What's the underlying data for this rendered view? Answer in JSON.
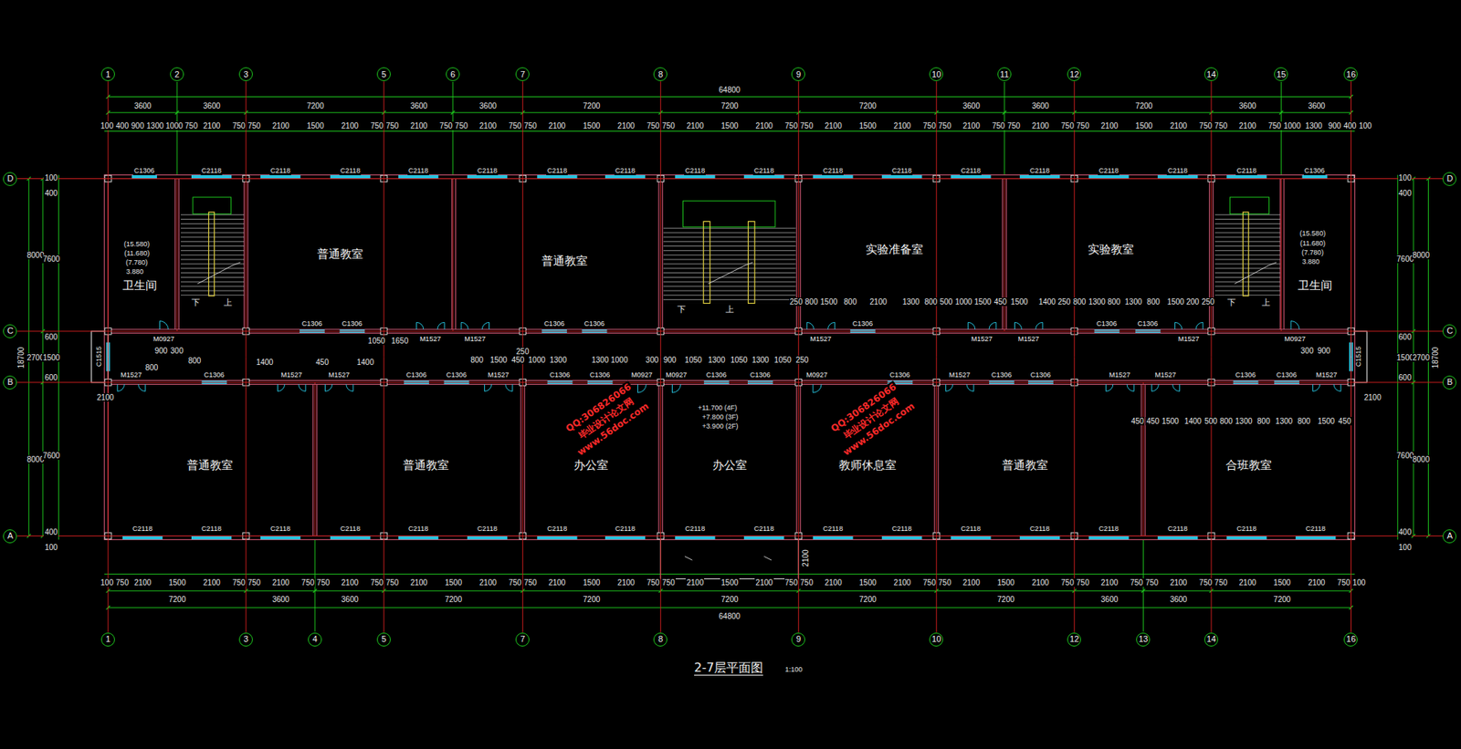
{
  "diagram": {
    "title": "2-7层平面图",
    "nodes": [
      {
        "text": [
          "1"
        ]
      },
      {
        "text": [
          "2"
        ]
      },
      {
        "text": [
          "3"
        ]
      },
      {
        "text": [
          "5"
        ]
      },
      {
        "text": [
          "6"
        ]
      },
      {
        "text": [
          "7"
        ]
      },
      {
        "text": [
          "8"
        ]
      },
      {
        "text": [
          "9"
        ]
      },
      {
        "text": [
          "10"
        ]
      },
      {
        "text": [
          "11"
        ]
      },
      {
        "text": [
          "12"
        ]
      },
      {
        "text": [
          "14"
        ]
      },
      {
        "text": [
          "15"
        ]
      },
      {
        "text": [
          "16"
        ]
      },
      {
        "text": [
          "卫生间"
        ]
      },
      {
        "text": [
          "普通教室"
        ]
      },
      {
        "text": [
          "普通教室"
        ]
      },
      {
        "text": [
          "实验准备室"
        ]
      },
      {
        "text": [
          "实验教室"
        ]
      },
      {
        "text": [
          "卫生间"
        ]
      },
      {
        "text": [
          "普通教室"
        ]
      },
      {
        "text": [
          "普通教室"
        ]
      },
      {
        "text": [
          "办公室"
        ]
      },
      {
        "text": [
          "办公室"
        ]
      },
      {
        "text": [
          "教师休息室"
        ]
      },
      {
        "text": [
          "普通教室"
        ]
      },
      {
        "text": [
          "合班教室"
        ]
      },
      {
        "text": [
          "1"
        ]
      },
      {
        "text": [
          "3"
        ]
      },
      {
        "text": [
          "4"
        ]
      },
      {
        "text": [
          "5"
        ]
      },
      {
        "text": [
          "7"
        ]
      },
      {
        "text": [
          "8"
        ]
      },
      {
        "text": [
          "9"
        ]
      },
      {
        "text": [
          "10"
        ]
      },
      {
        "text": [
          "12"
        ]
      },
      {
        "text": [
          "13"
        ]
      },
      {
        "text": [
          "14"
        ]
      },
      {
        "text": [
          "16"
        ]
      },
      {
        "text": [
          "D"
        ]
      },
      {
        "text": [
          "C"
        ]
      },
      {
        "text": [
          "B"
        ]
      },
      {
        "text": [
          "A"
        ]
      },
      {
        "text": [
          "D"
        ]
      },
      {
        "text": [
          "C"
        ]
      },
      {
        "text": [
          "B"
        ]
      },
      {
        "text": [
          "A"
        ]
      }
    ],
    "edges": [
      {
        "from": 0,
        "to": 27,
        "arrow": "none"
      },
      {
        "from": 2,
        "to": 28,
        "arrow": "none"
      },
      {
        "from": 3,
        "to": 30,
        "arrow": "none"
      },
      {
        "from": 5,
        "to": 31,
        "arrow": "none"
      },
      {
        "from": 6,
        "to": 32,
        "arrow": "none"
      },
      {
        "from": 7,
        "to": 33,
        "arrow": "none"
      },
      {
        "from": 8,
        "to": 34,
        "arrow": "none"
      },
      {
        "from": 10,
        "to": 35,
        "arrow": "none"
      },
      {
        "from": 11,
        "to": 37,
        "arrow": "none"
      },
      {
        "from": 13,
        "to": 38,
        "arrow": "none"
      },
      {
        "from": 39,
        "to": 43,
        "arrow": "none"
      },
      {
        "from": 40,
        "to": 44,
        "arrow": "none"
      },
      {
        "from": 41,
        "to": 45,
        "arrow": "none"
      },
      {
        "from": 42,
        "to": 46,
        "arrow": "none"
      }
    ],
    "labels": [
      "64800",
      "3600",
      "3600",
      "7200",
      "3600",
      "3600",
      "7200",
      "7200",
      "7200",
      "3600",
      "3600",
      "7200",
      "3600",
      "3600",
      "100",
      "400",
      "900",
      "1300",
      "1000",
      "750",
      "2100",
      "750",
      "750",
      "2100",
      "1500",
      "2100",
      "750",
      "750",
      "2100",
      "750",
      "750",
      "2100",
      "750",
      "750",
      "2100",
      "1500",
      "2100",
      "750",
      "750",
      "2100",
      "1500",
      "2100",
      "750",
      "750",
      "2100",
      "1500",
      "2100",
      "750",
      "750",
      "2100",
      "750",
      "750",
      "2100",
      "750",
      "750",
      "2100",
      "1500",
      "2100",
      "750",
      "750",
      "2100",
      "750",
      "1000",
      "1300",
      "900",
      "400",
      "100",
      "100",
      "750",
      "2100",
      "1500",
      "2100",
      "750",
      "750",
      "2100",
      "750",
      "750",
      "2100",
      "750",
      "750",
      "2100",
      "1500",
      "2100",
      "750",
      "750",
      "2100",
      "1500",
      "2100",
      "750",
      "750",
      "2100",
      "1500",
      "2100",
      "750",
      "750",
      "2100",
      "1500",
      "2100",
      "750",
      "750",
      "2100",
      "1500",
      "2100",
      "750",
      "750",
      "2100",
      "750",
      "750",
      "2100",
      "750",
      "750",
      "2100",
      "1500",
      "2100",
      "750",
      "100",
      "7200",
      "3600",
      "3600",
      "7200",
      "7200",
      "7200",
      "7200",
      "7200",
      "3600",
      "3600",
      "7200",
      "64800",
      "18700",
      "8000",
      "2700",
      "8000",
      "100",
      "400",
      "7600",
      "600",
      "1500",
      "600",
      "7600",
      "400",
      "100",
      "100",
      "400",
      "7600",
      "600",
      "1500",
      "600",
      "7600",
      "400",
      "100",
      "8000",
      "2700",
      "8000",
      "18700",
      "C1306",
      "C2118",
      "C2118",
      "C2118",
      "C2118",
      "C2118",
      "C2118",
      "C2118",
      "C2118",
      "C2118",
      "C2118",
      "C2118",
      "C2118",
      "C2118",
      "C2118",
      "C2118",
      "C2118",
      "C1306",
      "M0927",
      "C1306",
      "C1306",
      "M1527",
      "M1527",
      "C1306",
      "C1306",
      "M1527",
      "C1306",
      "M1527",
      "M1527",
      "C1306",
      "C1306",
      "M1527",
      "M0927",
      "M1527",
      "C1306",
      "M1527",
      "M1527",
      "C1306",
      "C1306",
      "M1527",
      "C1306",
      "C1306",
      "M0927",
      "M0927",
      "C1306",
      "C1306",
      "M0927",
      "C1306",
      "M1527",
      "C1306",
      "C1306",
      "M1527",
      "M1527",
      "C1306",
      "C1306",
      "M1527",
      "C2118",
      "C2118",
      "C2118",
      "C2118",
      "C2118",
      "C2118",
      "C2118",
      "C2118",
      "C2118",
      "C2118",
      "C2118",
      "C2118",
      "C2118",
      "C2118",
      "C2118",
      "C2118",
      "C2118",
      "C2118",
      "C1515",
      "C1515",
      "下",
      "上",
      "下",
      "上",
      "下",
      "上",
      "(15.580)",
      "(11.680)",
      "(7.780)",
      "3.880",
      "(15.580)",
      "(11.680)",
      "(7.780)",
      "3.880",
      "+11.700 (4F)",
      "+7.800 (3F)",
      "+3.900 (2F)",
      "900",
      "300",
      "800",
      "800",
      "1400",
      "450",
      "1400",
      "1050",
      "1650",
      "250",
      "800",
      "1500",
      "450",
      "1000",
      "1300",
      "1300",
      "1000",
      "300",
      "900",
      "1050",
      "1300",
      "1050",
      "1300",
      "1050",
      "250",
      "250",
      "800",
      "1500",
      "800",
      "2100",
      "1300",
      "800",
      "500",
      "1000",
      "1500",
      "450",
      "1500",
      "1400",
      "250",
      "800",
      "1300",
      "800",
      "1300",
      "800",
      "1500",
      "200",
      "250",
      "450",
      "450",
      "1500",
      "1400",
      "500",
      "800",
      "1300",
      "800",
      "1300",
      "800",
      "1500",
      "450",
      "300",
      "900",
      "2100",
      "2100",
      "2100",
      "毕业设计论文网",
      "www.56doc.com",
      "QQ:306826066",
      "毕业设计论文网",
      "www.56doc.com",
      "QQ:306826066",
      "1:100"
    ]
  }
}
